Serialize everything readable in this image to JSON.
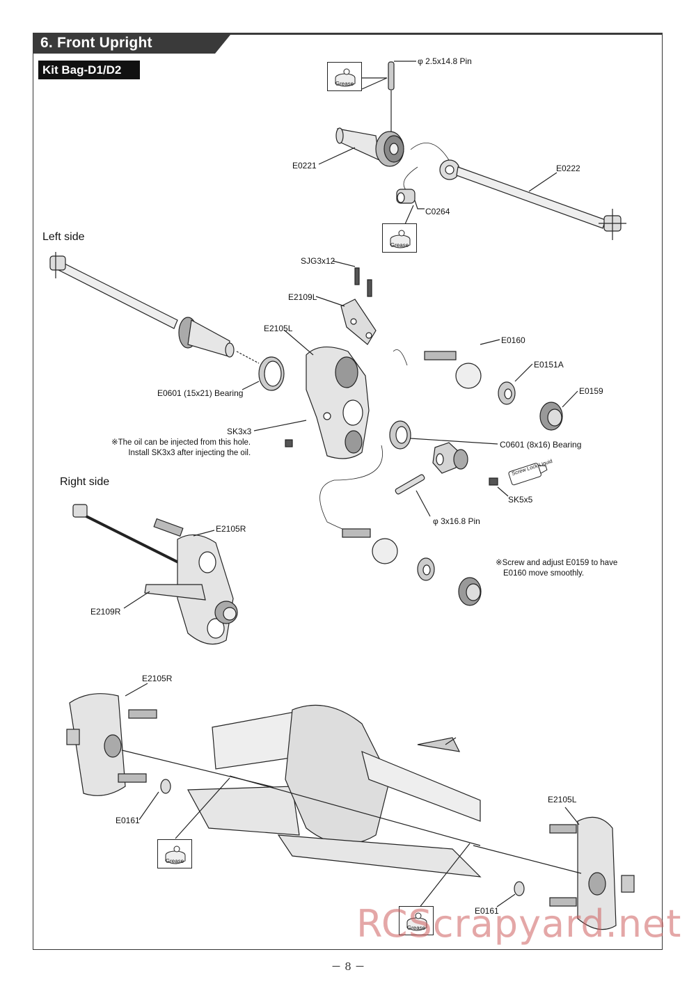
{
  "header": {
    "title": "6. Front Upright",
    "kit_bag": "Kit Bag-D1/D2"
  },
  "sections": {
    "left_side": "Left side",
    "right_side": "Right side"
  },
  "labels": {
    "pin_25": "φ 2.5x14.8 Pin",
    "e0221": "E0221",
    "e0222": "E0222",
    "c0264": "C0264",
    "sjg3x12": "SJG3x12",
    "e2109l": "E2109L",
    "e2105l_top": "E2105L",
    "e0160": "E0160",
    "e0151a": "E0151A",
    "e0159": "E0159",
    "e0601": "E0601 (15x21) Bearing",
    "sk3x3": "SK3x3",
    "c0601": "C0601 (8x16) Bearing",
    "sk5x5": "SK5x5",
    "pin_3": "φ 3x16.8 Pin",
    "e2105r_mid": "E2105R",
    "e2109r": "E2109R",
    "e2105r_bottom": "E2105R",
    "e0161_left": "E0161",
    "e2105l_bottom": "E2105L",
    "e0161_right": "E0161",
    "grease": "Grease",
    "screw_lock": "Screw Lock Liquid"
  },
  "notes": {
    "oil_line1": "※The oil can be injected from this hole.",
    "oil_line2": "Install SK3x3 after injecting the oil.",
    "adjust_line1": "※Screw and adjust E0159 to have",
    "adjust_line2": "E0160 move smoothly."
  },
  "footer": {
    "page_number": "－ 8 －",
    "watermark": "RCScrapyard.net"
  },
  "icons": [
    "grease-jar-icon",
    "screw-lock-bottle-icon"
  ]
}
